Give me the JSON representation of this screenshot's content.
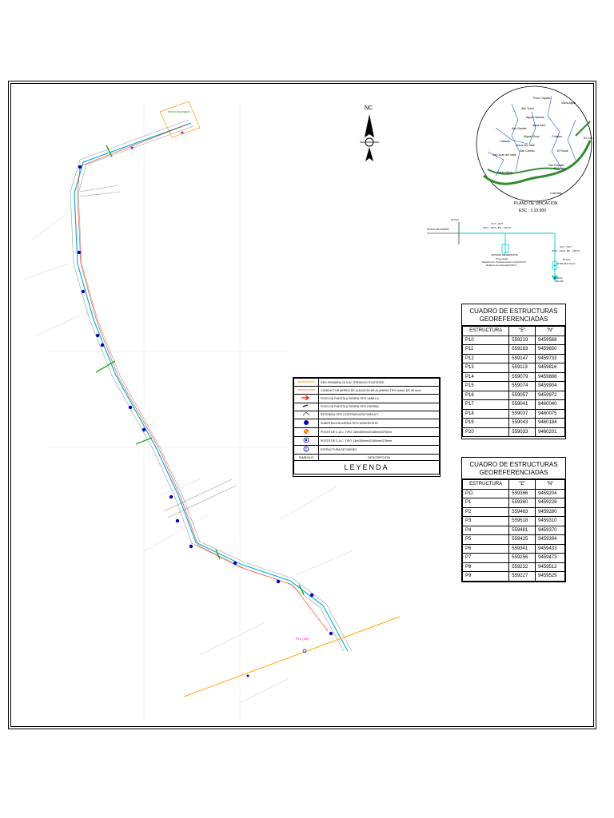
{
  "north_label": "NC",
  "location_plan": {
    "title": "PLANO DE UBICACION",
    "scale": "ESC.: 1:10,000",
    "places": [
      "Pomo Yapata",
      "Alto Tuñal",
      "Agua Caliente",
      "Agua Azul",
      "Alto Sambe",
      "Vilela Agua",
      "Miguel Grau",
      "Jesus del Valle",
      "Chalaco",
      "Cañada",
      "San Juan del Valle",
      "San Rosalia",
      "San Camilo",
      "El Rosal",
      "Santa Maria",
      "Colorado",
      "El Sauce",
      "Ex Car"
    ]
  },
  "single_line": {
    "labels": [
      "22.9 kV",
      "PUNTO DE DISEÑO",
      "CUT - OUT",
      "27kV - 100 A. BIL - 150 kV",
      "SISTEMA DE MEDICIÓN",
      "Proyectado",
      "Relación de Transformación 22.9/0.23 kV",
      "Relación de Intensidad 5/5 A",
      "CUT - OUT",
      "27kV - 100 A. BIL - 150 kV",
      "50 kVA",
      "22.9/0.46-0.23 kV",
      "CARGA",
      "440-220"
    ]
  },
  "map_labels": {
    "top_label": "PUNTO DE DISEÑO",
    "end_label": "P.D. (Ver)"
  },
  "legend": {
    "title": "LEYENDA",
    "col_symbol": "SIMBOLO",
    "col_description": "DESCRIPCION",
    "items": [
      {
        "symbol": "line-orange",
        "color": "#ffaa00",
        "description": "RED PRIMARIA 22.9 kV TRIFASICO EXISTENTE"
      },
      {
        "symbol": "line-red",
        "color": "#ff4a2a",
        "description": "CONDUCTOR AEREO DE ALEACION DE ALUMINIO TIPO AAAC DE 35 mm2"
      },
      {
        "symbol": "arrow-red",
        "color": "#ff0000",
        "description": "POZO DE PUESTA A TIERRA TIPO VARILLA"
      },
      {
        "symbol": "arrow-blue",
        "color": "#0000cc",
        "description": "POZO DE PUESTA A TIERRA TIPO ESPIRAL"
      },
      {
        "symbol": "retenida",
        "color": "#000000",
        "description": "RETENIDA TIPO CONTRAPUNTA PARA M.T."
      },
      {
        "symbol": "substation",
        "color": "#0000cc",
        "description": "SUBESTACION AEREA TIPO MONOPOSTE"
      },
      {
        "symbol": "pole-orange",
        "color": "#ff6600",
        "description": "POSTE DE C.A.C. TIPO 13m/400mm/2/180mm/375mm"
      },
      {
        "symbol": "pole-blue",
        "color": "#0000cc",
        "description": "POSTE DE C.A.C. TIPO 13m/300mm/2/180mm/375mm"
      },
      {
        "symbol": "design-structure",
        "color": "#0000cc",
        "description": "ESTRUCTURA DE DISEÑO"
      }
    ]
  },
  "table1": {
    "title": "CUADRO DE ESTRUCTURAS GEOREFERENCIADAS",
    "headers": [
      "ESTRUCTURA",
      "\"E\"",
      "\"N\""
    ],
    "rows": [
      [
        "P10",
        "559219",
        "9459568"
      ],
      [
        "P11",
        "559183",
        "9459650"
      ],
      [
        "P12",
        "559147",
        "9459733"
      ],
      [
        "P13",
        "559113",
        "9459816"
      ],
      [
        "P14",
        "559079",
        "9459888"
      ],
      [
        "P15",
        "559074",
        "9459904"
      ],
      [
        "P16",
        "559057",
        "9459972"
      ],
      [
        "P17",
        "559041",
        "9460040"
      ],
      [
        "P18",
        "559037",
        "9460075"
      ],
      [
        "P19",
        "559043",
        "9460184"
      ],
      [
        "P20",
        "559033",
        "9460201"
      ]
    ]
  },
  "table2": {
    "title": "CUADRO DE ESTRUCTURAS GEOREFERENCIADAS",
    "headers": [
      "ESTRUCTURA",
      "\"E\"",
      "\"N\""
    ],
    "rows": [
      [
        "P.D.",
        "559366",
        "9459204"
      ],
      [
        "P1",
        "559360",
        "9459228"
      ],
      [
        "P2",
        "559463",
        "9459280"
      ],
      [
        "P3",
        "559518",
        "9459310"
      ],
      [
        "P4",
        "559481",
        "9459370"
      ],
      [
        "P5",
        "559425",
        "9459394"
      ],
      [
        "P6",
        "559341",
        "9459433"
      ],
      [
        "P7",
        "559256",
        "9459473"
      ],
      [
        "P8",
        "559232",
        "9459512"
      ],
      [
        "P9",
        "559227",
        "9459529"
      ]
    ]
  },
  "colors": {
    "route_red": "#ff4a2a",
    "route_blue": "#00b8e6",
    "existing_orange": "#ffaa00",
    "road_green": "#2e8b2e",
    "river_blue": "#1e50d0",
    "cyan": "#00cccc"
  }
}
